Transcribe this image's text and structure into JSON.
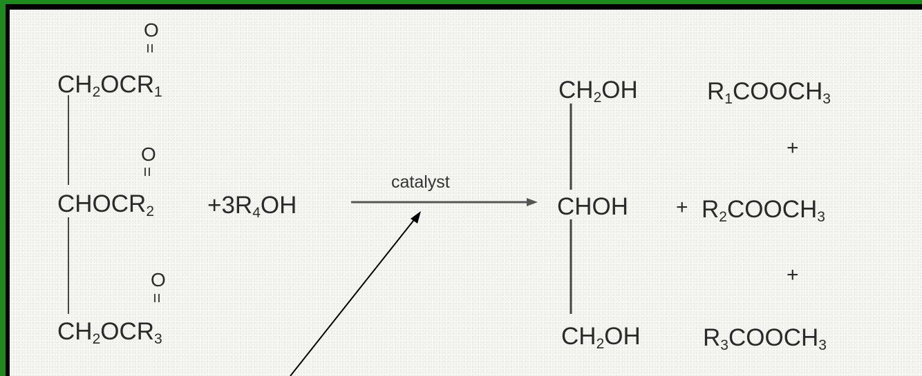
{
  "reactant": {
    "oxygen_top": "O",
    "oxygen_mid": "O",
    "oxygen_bot": "O",
    "row1": {
      "main": "CH",
      "s1": "2",
      "mid": "OCR",
      "s2": "1"
    },
    "row2": {
      "main": "CHOCR",
      "s2": "2"
    },
    "row3": {
      "main": "CH",
      "s1": "2",
      "mid": "OCR",
      "s2": "3"
    }
  },
  "alcohol": {
    "pre": "+3R",
    "sub": "4",
    "post": "OH"
  },
  "arrow": {
    "label": "catalyst"
  },
  "glycerol": {
    "top": {
      "main": "CH",
      "sub": "2",
      "post": "OH"
    },
    "mid": {
      "main": "CHOH"
    },
    "bot": {
      "main": "CH",
      "sub": "2",
      "post": "OH"
    }
  },
  "plus_sign": "+",
  "esters": [
    {
      "pre": "R",
      "sub": "1",
      "post": "COOCH",
      "sub2": "3"
    },
    {
      "pre": "R",
      "sub": "2",
      "post": "COOCH",
      "sub2": "3"
    },
    {
      "pre": "R",
      "sub": "3",
      "post": "COOCH",
      "sub2": "3"
    }
  ],
  "colors": {
    "border": "#1c8a1c",
    "frame": "#000000",
    "panel": "#f6f6f2",
    "ink": "#2a2a2a"
  }
}
